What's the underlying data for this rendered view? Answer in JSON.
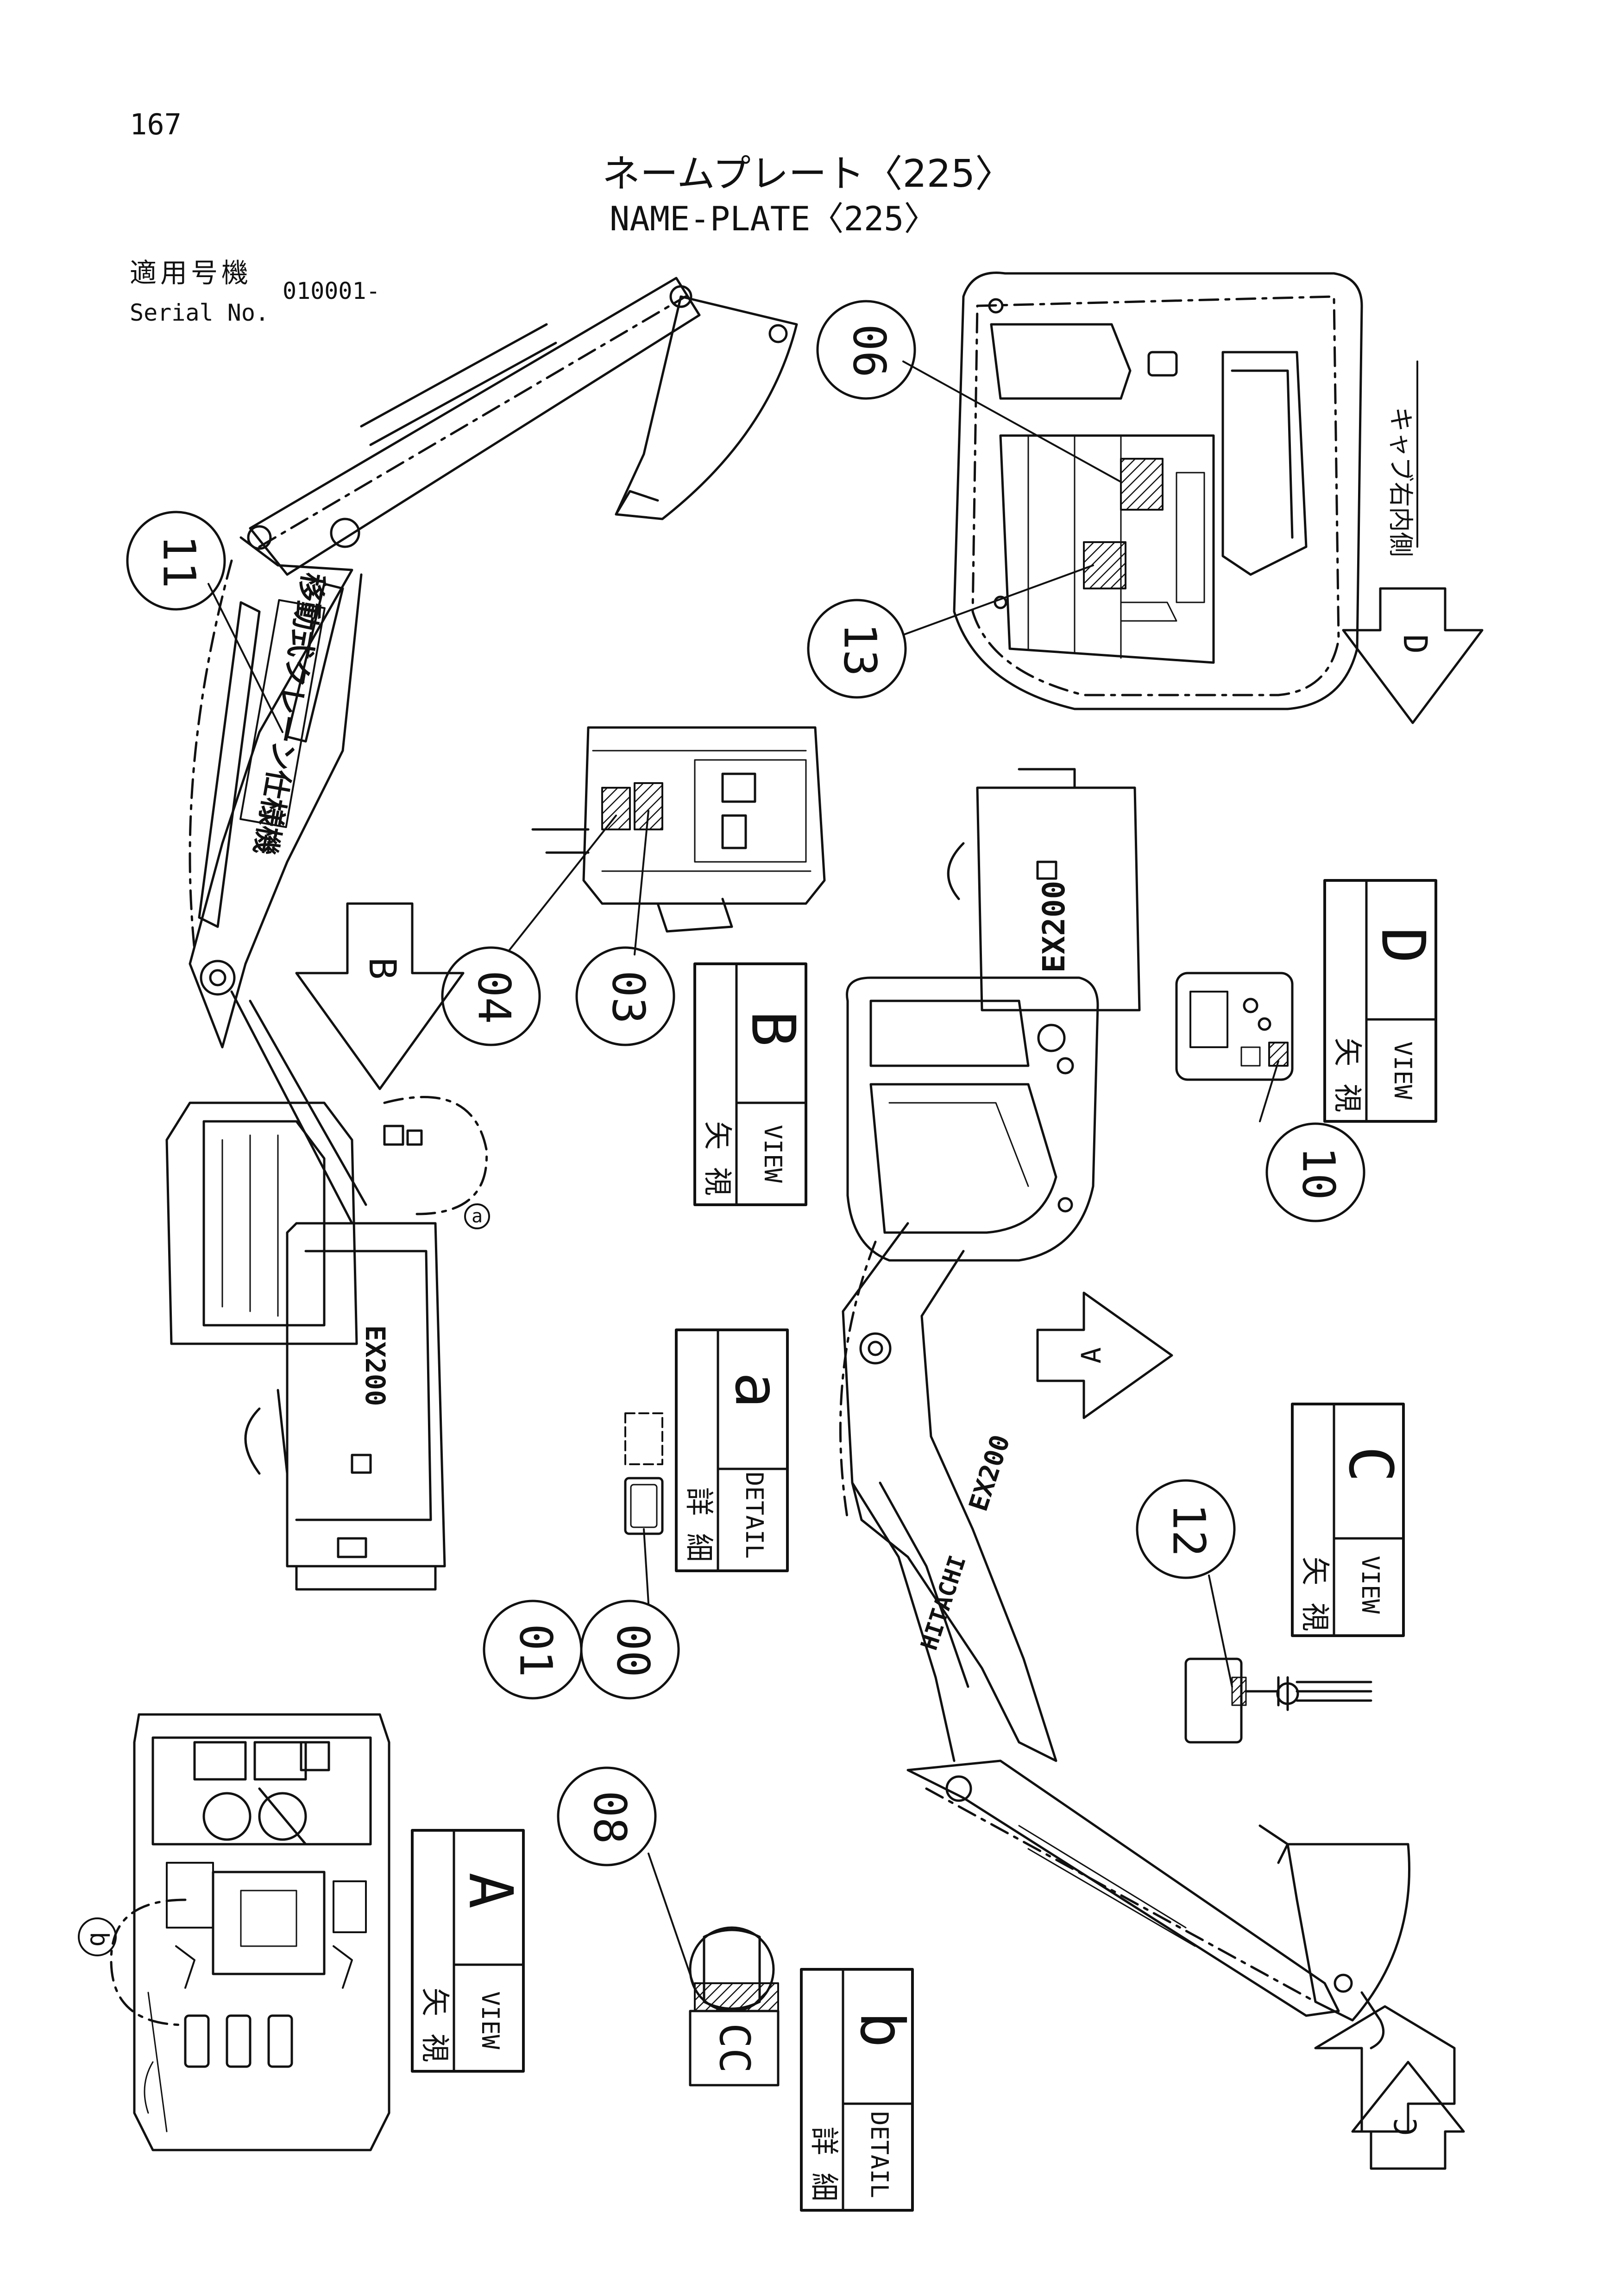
{
  "header": {
    "page_number": "167",
    "title_jp": "ネームプレート〈225〉",
    "title_en": "NAME-PLATE〈225〉",
    "serial_label_jp": "適用号機",
    "serial_label_en": "Serial No.",
    "serial_range": "010001-"
  },
  "callouts": [
    "11",
    "06",
    "13",
    "04",
    "03",
    "10",
    "01",
    "00",
    "12",
    "08"
  ],
  "views": {
    "b": {
      "jp": "矢 視",
      "en": "VIEW",
      "letter": "B"
    },
    "d": {
      "jp": "矢 視",
      "en": "VIEW",
      "letter": "D"
    },
    "a_detail": {
      "jp": "詳 細",
      "en": "DETAIL",
      "letter": "a"
    },
    "c": {
      "jp": "矢 視",
      "en": "VIEW",
      "letter": "C"
    },
    "a": {
      "jp": "矢 視",
      "en": "VIEW",
      "letter": "A"
    },
    "b_detail": {
      "jp": "詳 細",
      "en": "DETAIL",
      "letter": "b"
    }
  },
  "arrows": {
    "b": "B",
    "d": "D",
    "a": "A",
    "c": "C"
  },
  "detail_markers": {
    "a": "a",
    "b": "b"
  },
  "machine_labels": {
    "model": "EX200",
    "brand": "HITACHI",
    "boom_decal": "移動式クレーン仕様機",
    "cab_side": "キャブ右内側"
  }
}
